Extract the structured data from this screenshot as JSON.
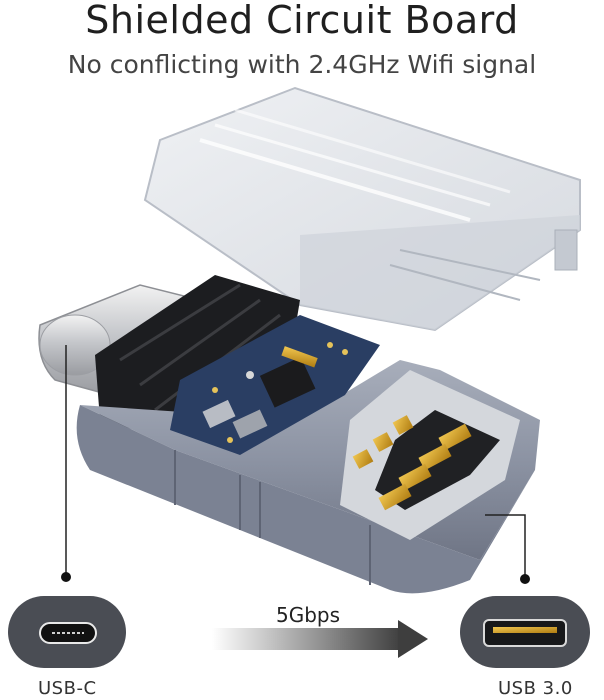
{
  "title": "Shielded Circuit Board",
  "subtitle": "No conflicting with 2.4GHz Wifi signal",
  "transfer": {
    "speed": "5Gbps"
  },
  "ports": {
    "left": {
      "label": "USB-C",
      "icon": "usb-c-port-icon"
    },
    "right": {
      "label": "USB 3.0",
      "icon": "usb-a-port-icon"
    }
  },
  "colors": {
    "shell": "#8c93a3",
    "pcb": "#2a3e63",
    "gold": "#d3a02a",
    "cover": "#dfe3e8"
  }
}
